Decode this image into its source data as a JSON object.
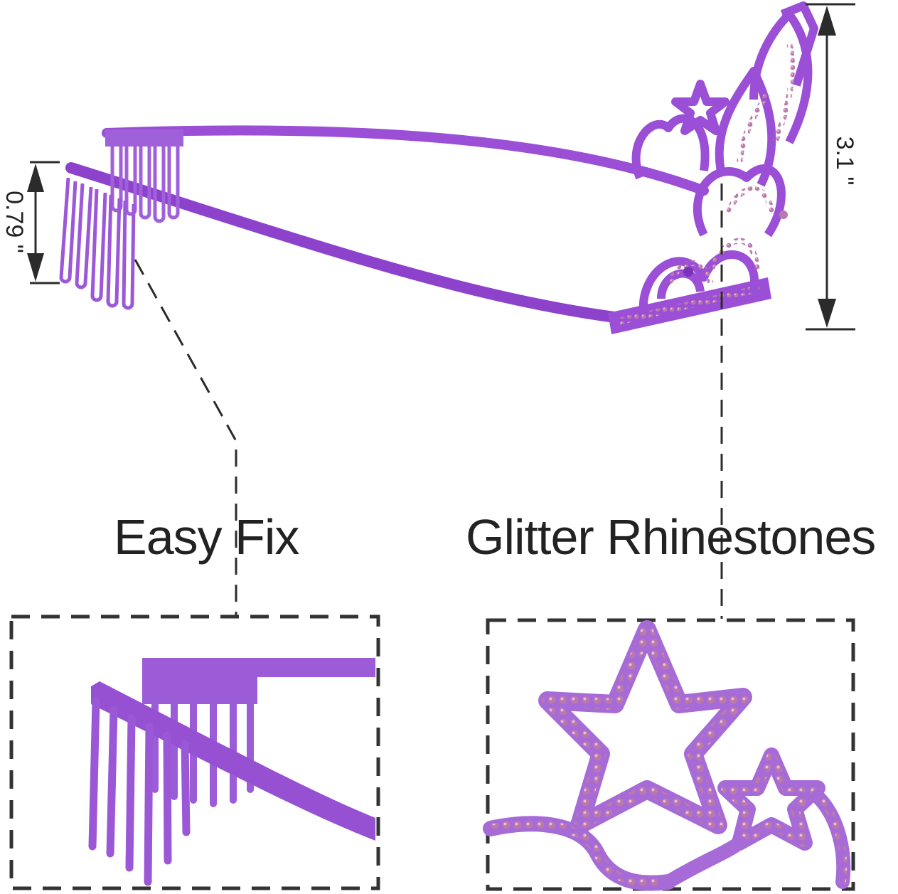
{
  "dimensions": {
    "height": "3.1 \"",
    "comb_height": "0.79 \""
  },
  "callouts": {
    "easy_fix": "Easy Fix",
    "glitter": "Glitter Rhinestones"
  },
  "colors": {
    "tiara": "#9a4fd6",
    "tiara_dark": "#7a32b8",
    "rhinestone": "#b97aa9",
    "guide": "#2b2b2b"
  }
}
